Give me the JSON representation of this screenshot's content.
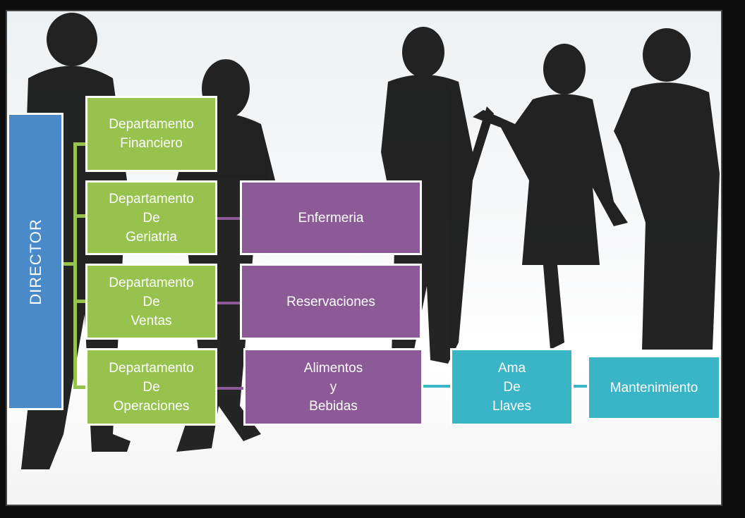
{
  "diagram": {
    "director": "DIRECTOR",
    "departments": [
      {
        "lines": [
          "Departamento",
          "Financiero"
        ]
      },
      {
        "lines": [
          "Departamento",
          "De",
          "Geriatria"
        ]
      },
      {
        "lines": [
          "Departamento",
          "De",
          "Ventas"
        ]
      },
      {
        "lines": [
          "Departamento",
          "De",
          "Operaciones"
        ]
      }
    ],
    "sub_units": {
      "enfermeria": "Enfermeria",
      "reservaciones": "Reservaciones",
      "alimentos": [
        "Alimentos",
        "y",
        "Bebidas"
      ],
      "ama_de_llaves": [
        "Ama",
        "De",
        "Llaves"
      ],
      "mantenimiento": "Mantenimiento"
    },
    "colors": {
      "director": "#4a8ac9",
      "department": "#97c24e",
      "sub_unit": "#8b5a97",
      "service": "#39b5c7"
    }
  }
}
